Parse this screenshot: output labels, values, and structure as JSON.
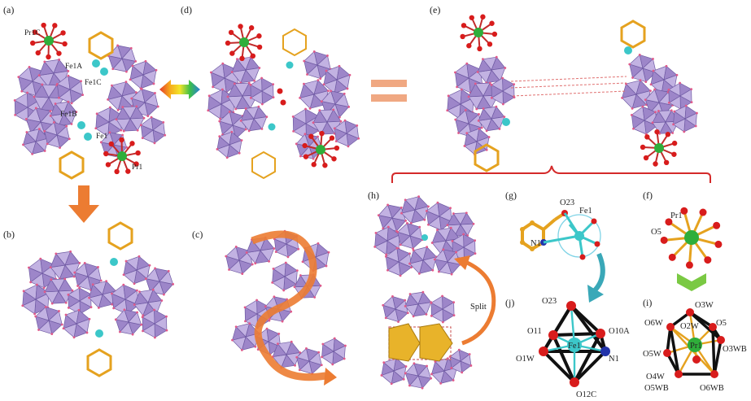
{
  "panels": {
    "a": "(a)",
    "b": "(b)",
    "c": "(c)",
    "d": "(d)",
    "e": "(e)",
    "f": "(f)",
    "g": "(g)",
    "h": "(h)",
    "i": "(i)",
    "j": "(j)"
  },
  "atoms_a": {
    "pr1c": "Pr1C",
    "fe1a": "Fe1A",
    "fe1c": "Fe1C",
    "fe1b": "Fe1B",
    "fe1": "Fe1",
    "pr1": "Pr1"
  },
  "atoms_g": {
    "o23": "O23",
    "fe1": "Fe1",
    "n1": "N1"
  },
  "atoms_f": {
    "pr1": "Pr1",
    "o5": "O5"
  },
  "atoms_j": {
    "o23": "O23",
    "o11": "O11",
    "o10a": "O10A",
    "o1w": "O1W",
    "fe1": "Fe1",
    "n1": "N1",
    "o12c": "O12C"
  },
  "atoms_i": {
    "o3w": "O3W",
    "o6w": "O6W",
    "o2w": "O2W",
    "o5": "O5",
    "o5w": "O5W",
    "pr1": "Pr1",
    "o3wb": "O3WB",
    "o4w": "O4W",
    "o5wb": "O5WB",
    "o6wb": "O6WB"
  },
  "split_label": "Split",
  "colors": {
    "polyhedron": "#9d86c9",
    "polyhedron_light": "#c2b2e2",
    "polyhedron_dark": "#6f5aa3",
    "iron": "#3cc7c9",
    "praseodymium": "#2fae3a",
    "oxygen": "#d81c1c",
    "nitrogen": "#2233aa",
    "carbon": "#e5a21f",
    "arrow": "#ec7c32",
    "bracket": "#d42a2a",
    "equals": "#f0a882",
    "chevron": "#7ac943"
  }
}
